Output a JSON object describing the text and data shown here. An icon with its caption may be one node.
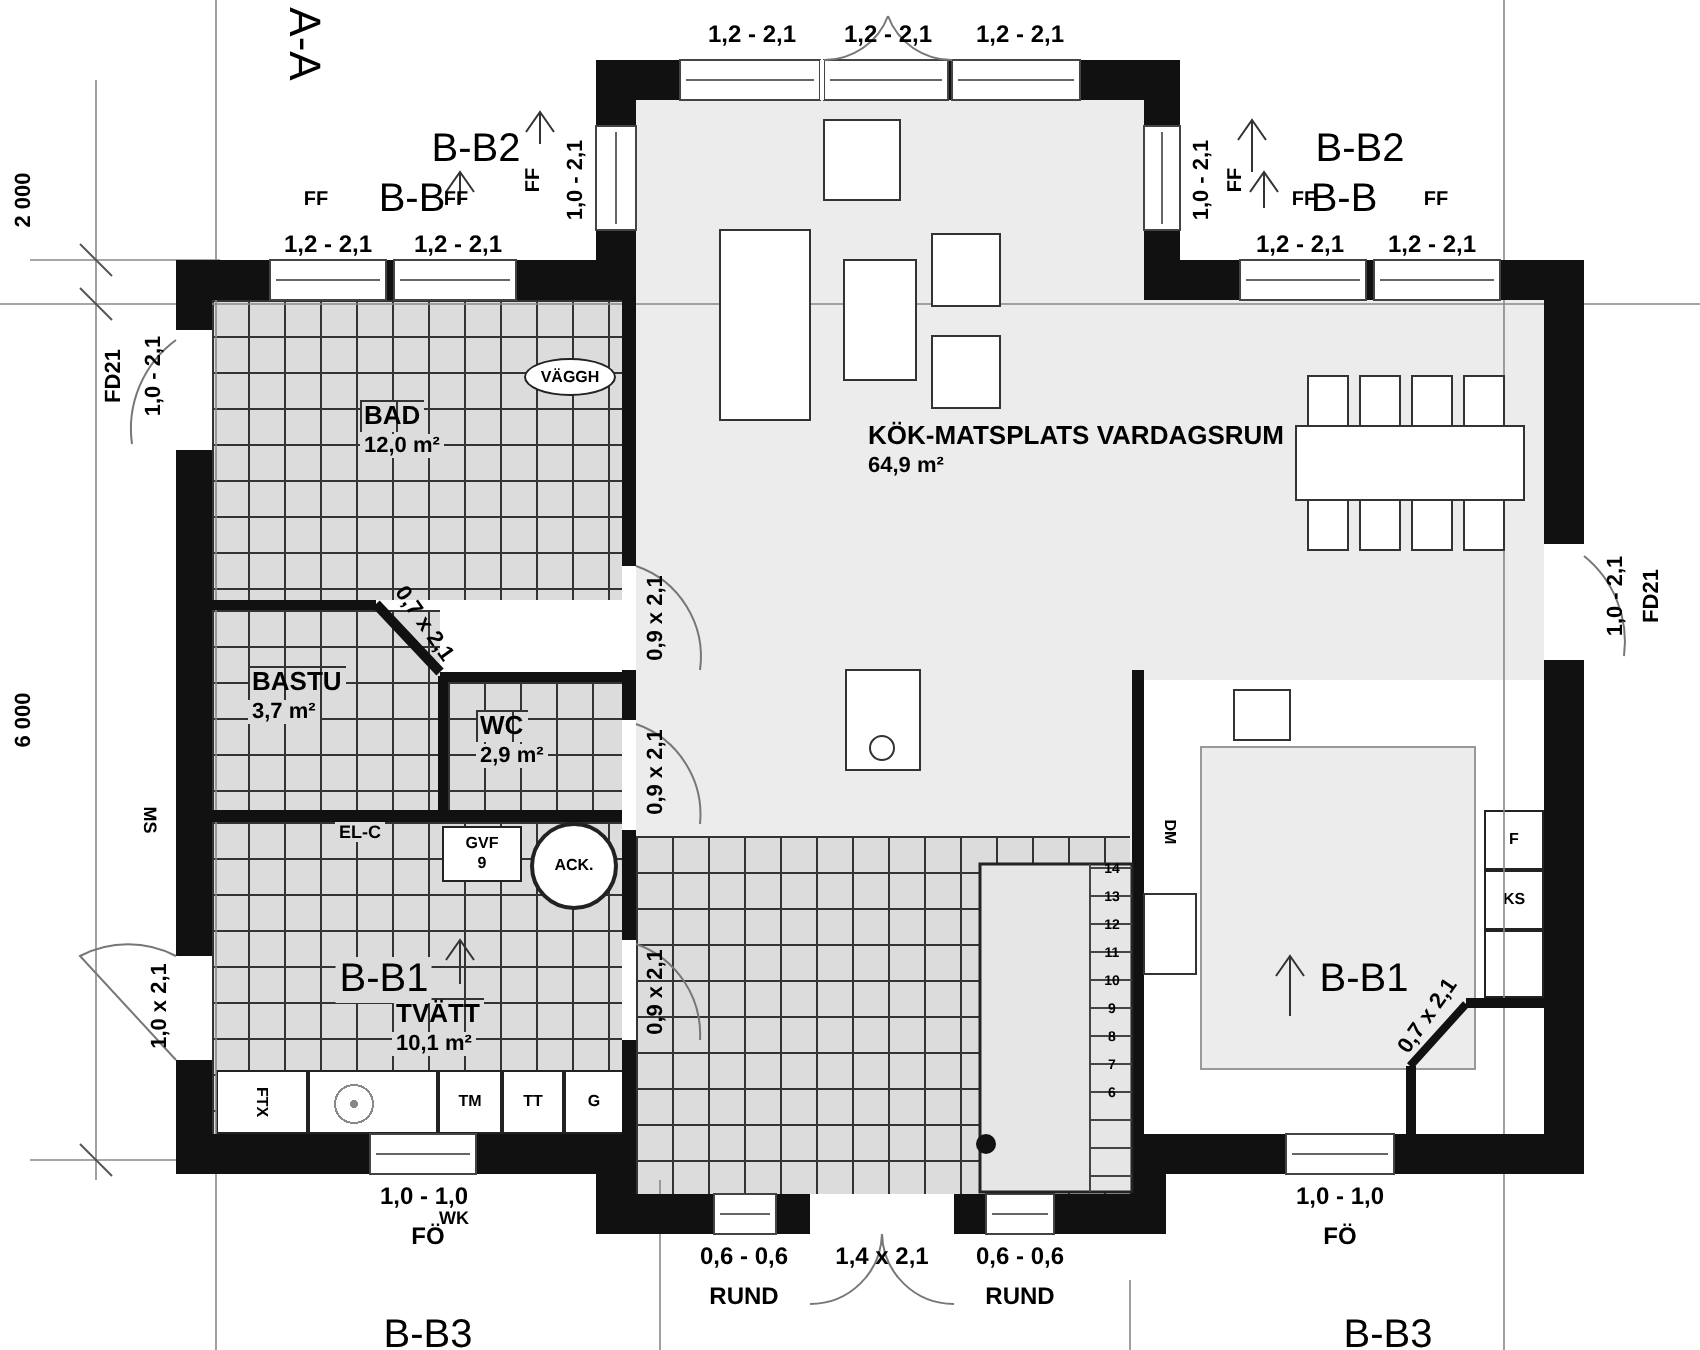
{
  "diagram": {
    "nodes": [
      {
        "text": [
          "BAD",
          "12,0 m²"
        ]
      },
      {
        "text": [
          "BASTU",
          "3,7 m²"
        ]
      },
      {
        "text": [
          "WC",
          "2,9 m²"
        ]
      },
      {
        "text": [
          "TVÄTT",
          "10,1 m²"
        ]
      },
      {
        "text": [
          "KÖK-MATSPLATS VARDAGSRUM",
          "64,9 m²"
        ]
      },
      {
        "text": [
          "VÄGGH"
        ],
        "in": 0
      },
      {
        "text": [
          "GVF",
          "9"
        ],
        "in": 3
      },
      {
        "text": [
          "ACK."
        ],
        "in": 3
      },
      {
        "text": [
          "FTX"
        ],
        "in": 3
      },
      {
        "text": [],
        "shape": "box",
        "in": 3
      },
      {
        "text": [
          "TM"
        ],
        "in": 3
      },
      {
        "text": [
          "TT"
        ],
        "in": 3
      },
      {
        "text": [
          "G"
        ],
        "in": 3
      },
      {
        "text": [
          "F"
        ],
        "in": 4
      },
      {
        "text": [
          "KS"
        ],
        "in": 4
      },
      {
        "text": [],
        "shape": "box",
        "in": 4
      }
    ],
    "labels": [
      "A-A",
      "1,2 - 2,1",
      "1,2 - 2,1",
      "1,2 - 2,1",
      "B-B2",
      "1,0 - 2,1",
      "FF",
      "1,0 - 2,1",
      "FF",
      "B-B2",
      "2 000",
      "FF",
      "B-B",
      "FF",
      "FF",
      "B-B",
      "FF",
      "1,2 - 2,1",
      "1,2 - 2,1",
      "1,2 - 2,1",
      "1,2 - 2,1",
      "FD21",
      "1,0 - 2,1",
      "0,7 x 2,1",
      "0,9 x 2,1",
      "1,0 - 2,1",
      "FD21",
      "6 000",
      "0,9 x 2,1",
      "MS",
      "EL-C",
      "1,0 x 2,1",
      "B-B1",
      "0,9 x 2,1",
      "DM",
      "14",
      "13",
      "12",
      "11",
      "10",
      "9",
      "8",
      "7",
      "6",
      "B-B1",
      "0,7 x 2,1",
      "1,0 - 1,0",
      "WK",
      "FÖ",
      "1,0 - 1,0",
      "FÖ",
      "0,6 - 0,6",
      "RUND",
      "1,4 x 2,1",
      "0,6 - 0,6",
      "RUND",
      "B-B3",
      "B-B3"
    ]
  }
}
